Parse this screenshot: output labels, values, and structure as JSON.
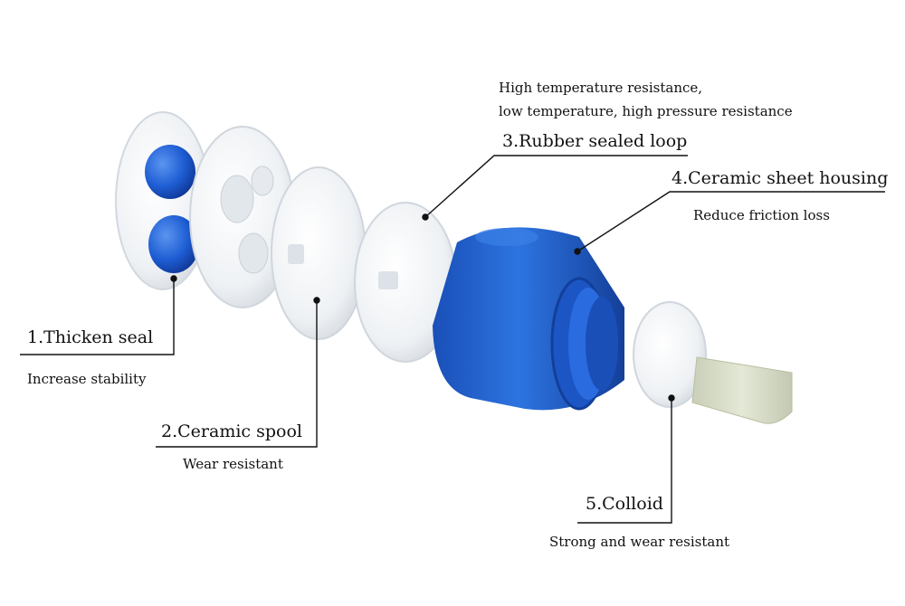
{
  "callouts": [
    {
      "id": "thicken-seal",
      "title": "1.Thicken seal",
      "note": "Increase stability"
    },
    {
      "id": "ceramic-spool",
      "title": "2.Ceramic spool",
      "note": "Wear resistant"
    },
    {
      "id": "rubber-sealed-loop",
      "title": "3.Rubber sealed loop",
      "note_line1": "High temperature resistance,",
      "note_line2": "low temperature, high pressure resistance"
    },
    {
      "id": "ceramic-sheet-housing",
      "title": "4.Ceramic sheet housing",
      "note": "Reduce friction loss"
    },
    {
      "id": "colloid",
      "title": "5.Colloid",
      "note": "Strong and wear resistant"
    }
  ],
  "colors": {
    "blue": "#1e5fd0",
    "blue_dark": "#123f9a",
    "white_part": "#f4f6f8",
    "shadow": "#d7dce2",
    "stem": "#d9ddc8",
    "line": "#111111"
  }
}
